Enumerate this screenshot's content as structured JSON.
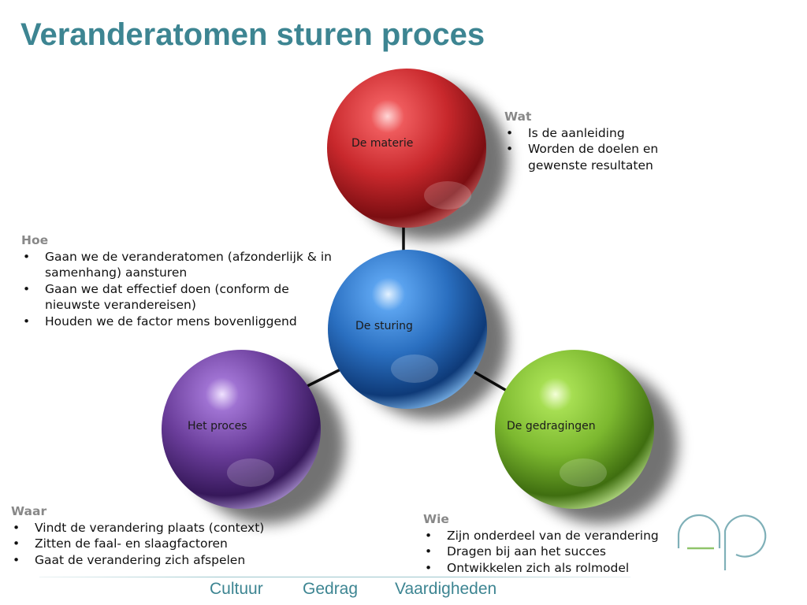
{
  "title": "Veranderatomen sturen proces",
  "spheres": {
    "materie": {
      "label": "De materie",
      "color": "#c8282c"
    },
    "sturing": {
      "label": "De sturing",
      "color": "#2a6fc0"
    },
    "proces": {
      "label": "Het proces",
      "color": "#6a3d9a"
    },
    "gedragingen": {
      "label": "De gedragingen",
      "color": "#7cb82f"
    }
  },
  "blocks": {
    "wat": {
      "heading": "Wat",
      "items": [
        "Is de aanleiding",
        "Worden de doelen en gewenste resultaten"
      ]
    },
    "hoe": {
      "heading": "Hoe",
      "items": [
        "Gaan we de veranderatomen (afzonderlijk & in samenhang) aansturen",
        "Gaan we dat effectief doen (conform de nieuwste  verandereisen)",
        "Houden we de factor mens bovenliggend"
      ]
    },
    "waar": {
      "heading": "Waar",
      "items": [
        "Vindt de verandering plaats (context)",
        "Zitten de faal- en slaagfactoren",
        "Gaat de verandering zich afspelen"
      ]
    },
    "wie": {
      "heading": "Wie",
      "items": [
        "Zijn onderdeel van de verandering",
        "Dragen bij aan het succes",
        "Ontwikkelen zich als rolmodel"
      ]
    }
  },
  "footer": {
    "cultuur": "Cultuur",
    "gedrag": "Gedrag",
    "vaardigheden": "Vaardigheden"
  },
  "logo": {
    "icon": "ap-logo-icon",
    "color": "#7fb0b8",
    "accent": "#8fc46a"
  }
}
